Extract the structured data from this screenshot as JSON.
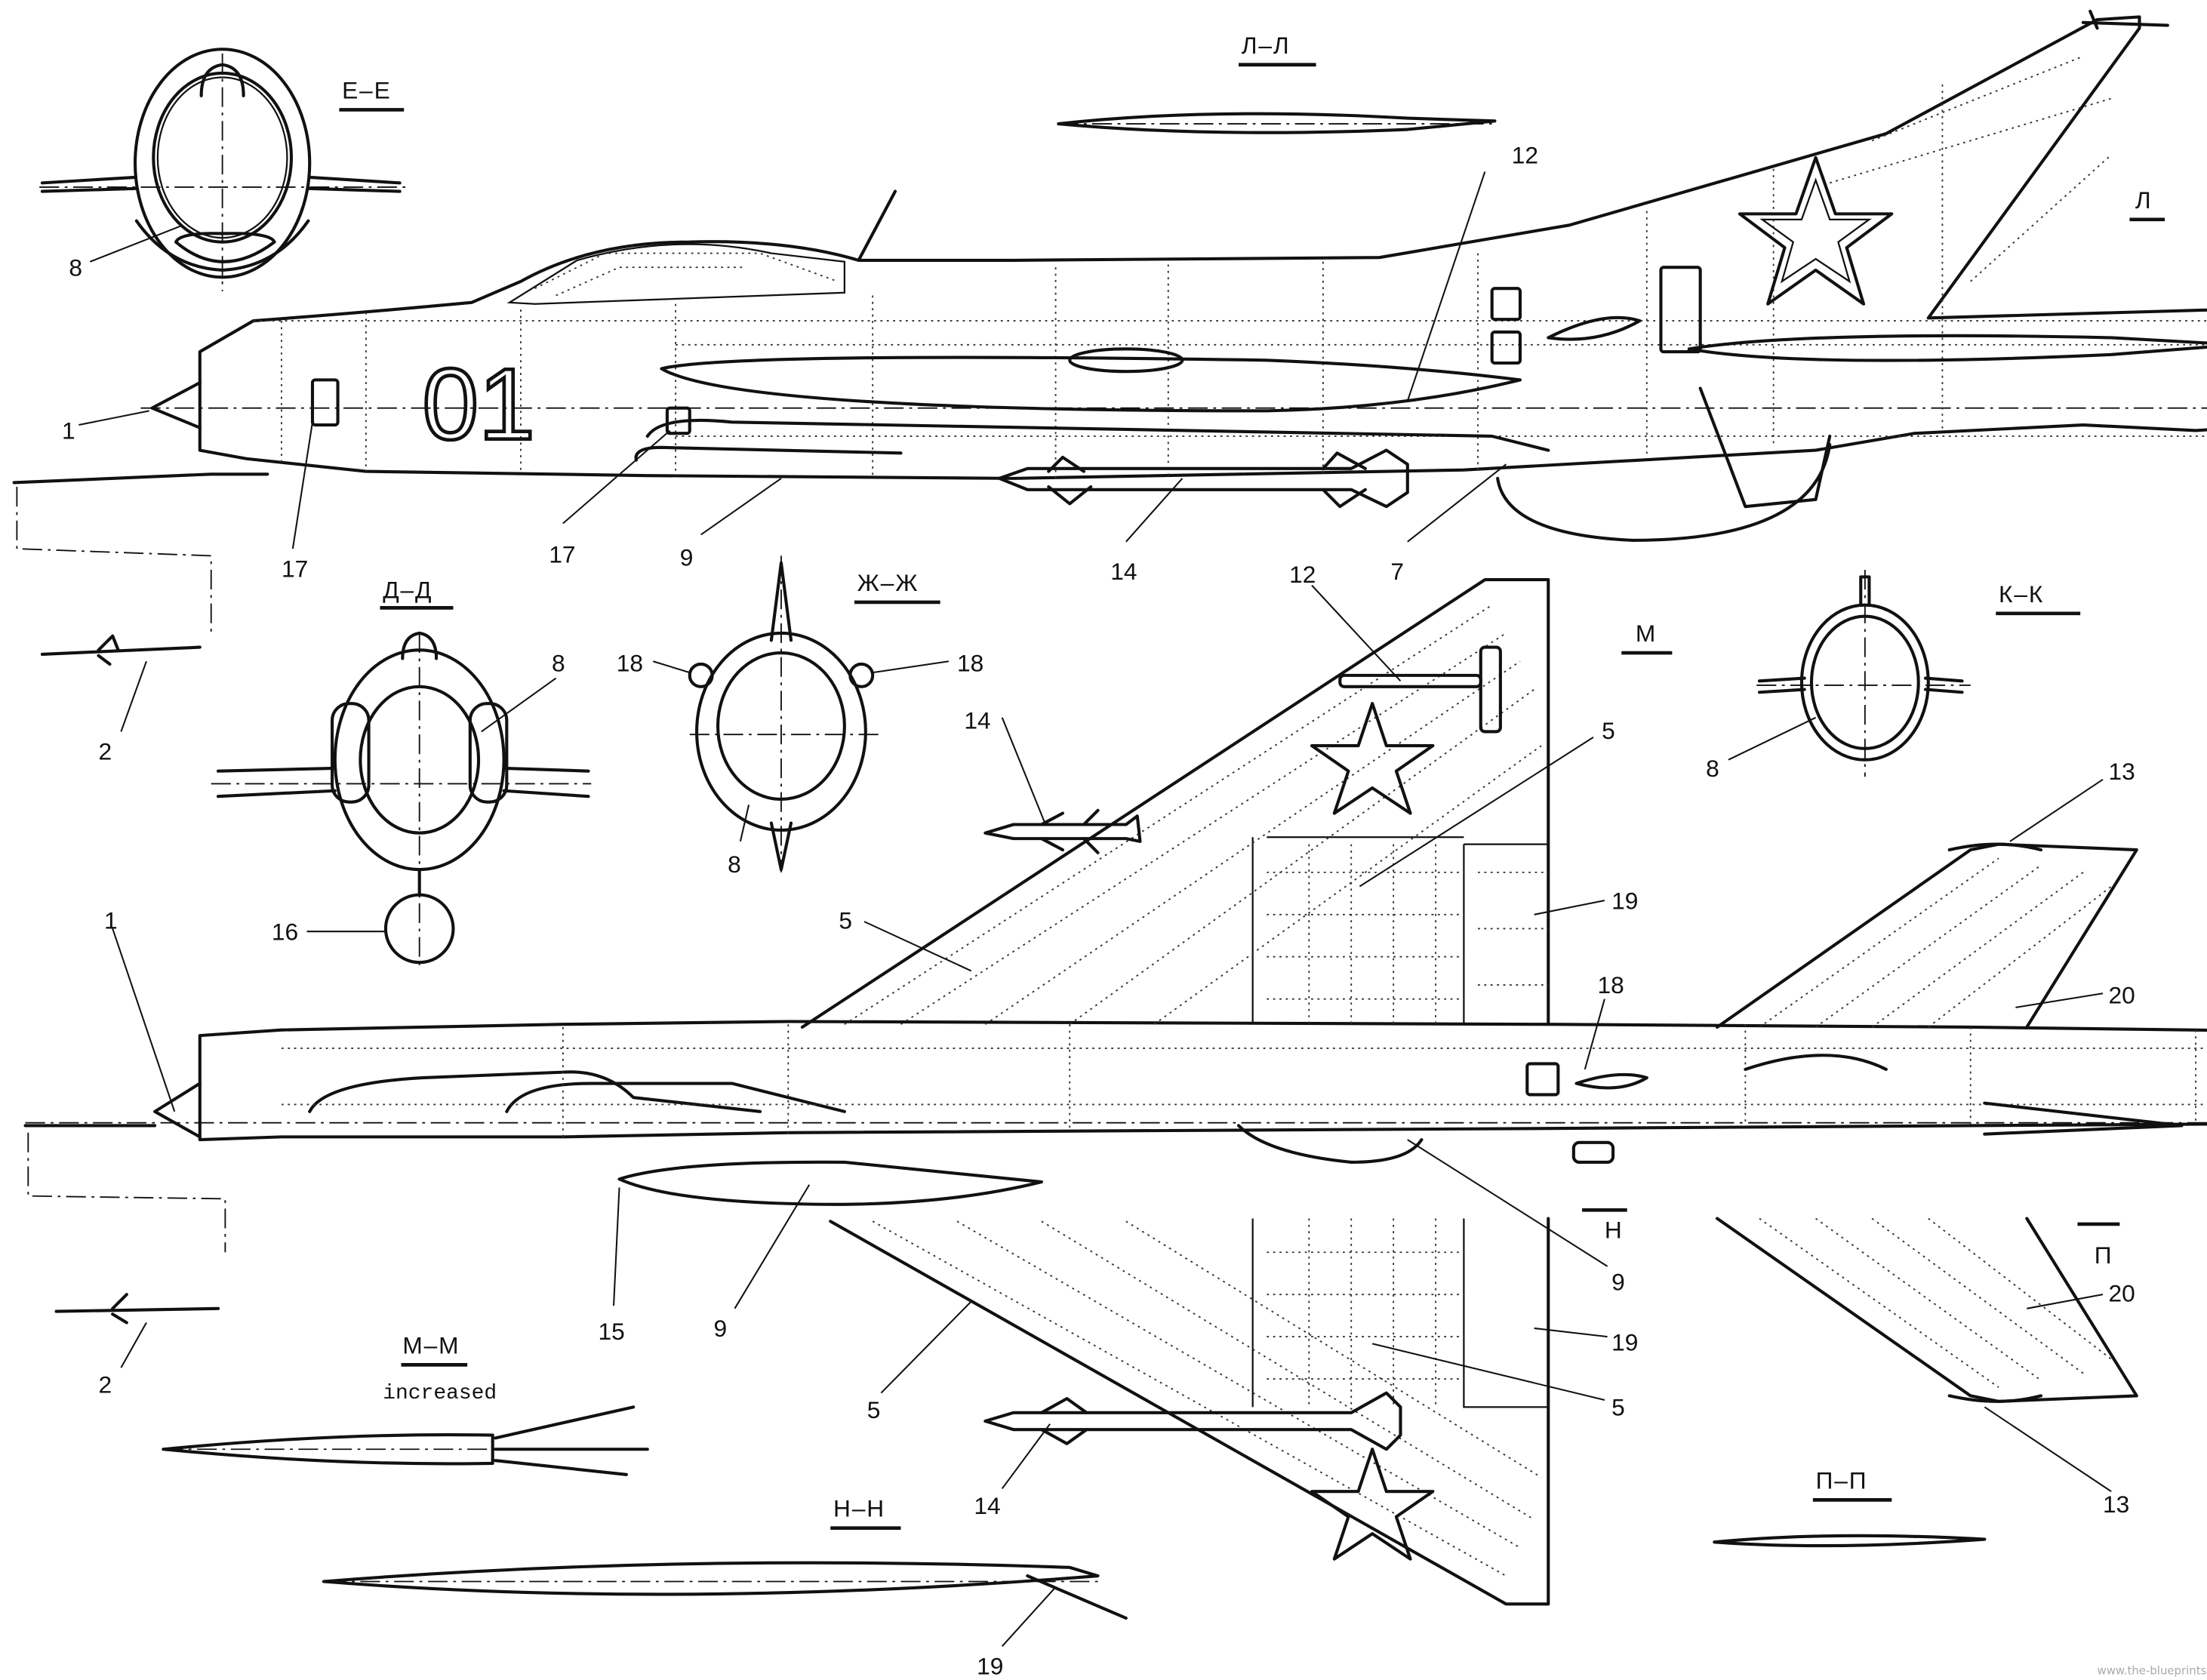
{
  "title": "Aircraft technical blueprint — side view, plan view and cross-sections",
  "section_labels": {
    "ee": "Е–Е",
    "ll": "Л–Л",
    "l": "Л",
    "dd": "Д–Д",
    "zhzh": "Ж–Ж",
    "kk": "К–К",
    "m": "М",
    "mm": "М–М",
    "mm_note": "increased",
    "nn": "Н–Н",
    "n": "Н",
    "pp": "П–П",
    "p": "П"
  },
  "side_view": {
    "tail_number": "01",
    "callouts": [
      "1",
      "17",
      "17",
      "9",
      "14",
      "7",
      "12"
    ]
  },
  "plan_view": {
    "callouts": [
      "12",
      "14",
      "5",
      "5",
      "19",
      "18",
      "20",
      "13",
      "9",
      "9",
      "15",
      "5",
      "19",
      "5",
      "14",
      "20",
      "13",
      "1",
      "2",
      "2"
    ]
  },
  "section_callouts": {
    "ee": [
      "8"
    ],
    "dd": [
      "8",
      "16"
    ],
    "zhzh": [
      "18",
      "18",
      "8"
    ],
    "kk": [
      "8"
    ],
    "nn": [
      "19"
    ]
  },
  "watermark": "www.the-blueprints.com"
}
